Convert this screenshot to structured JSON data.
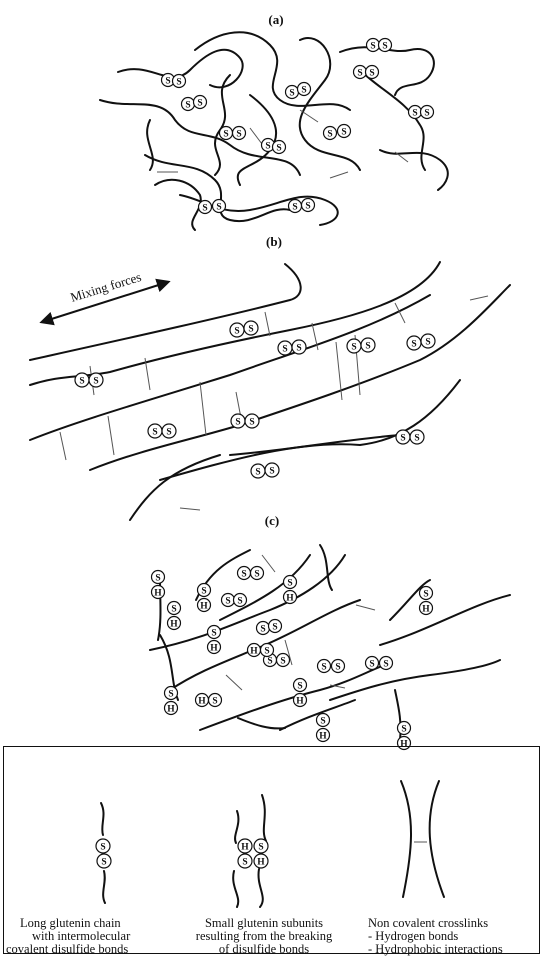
{
  "panels": {
    "a": "(a)",
    "b": "(b)",
    "c": "(c)"
  },
  "mixing_label": "Mixing forces",
  "bond_letters": {
    "disulfide": "S",
    "thiol": "H"
  },
  "legend": {
    "item1": [
      "Long glutenin chain",
      "with intermolecular",
      "covalent disulfide bonds"
    ],
    "item2": [
      "Small glutenin subunits",
      "resulting from the breaking",
      "of disulfide bonds"
    ],
    "item3": [
      "Non covalent crosslinks",
      "- Hydrogen bonds",
      "- Hydrophobic interactions"
    ]
  }
}
